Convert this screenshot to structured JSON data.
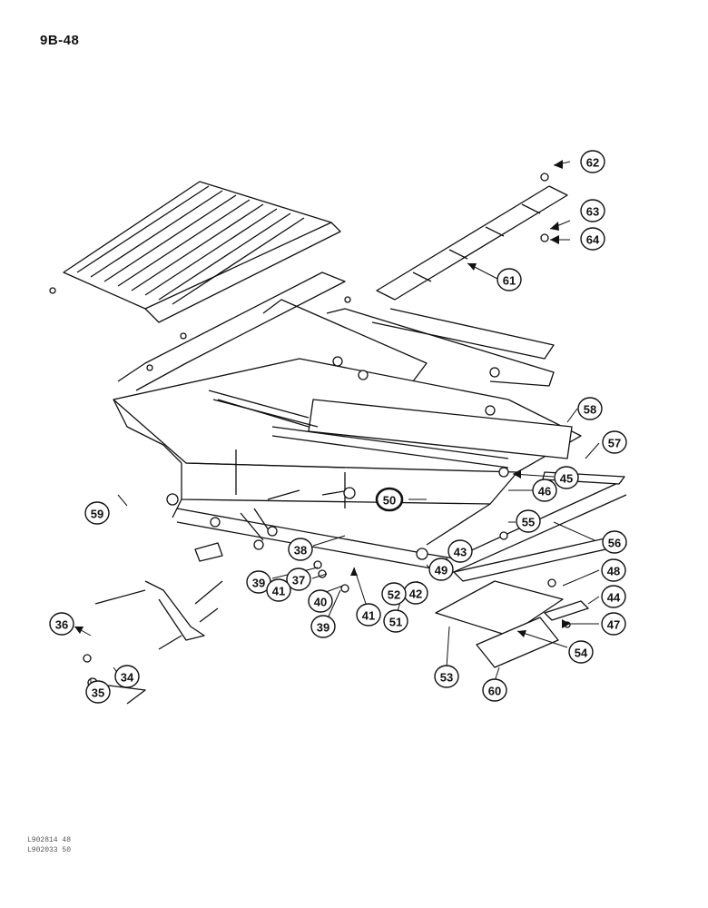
{
  "page_number": "9B-48",
  "references": [
    "L902814 48",
    "L902033 50"
  ],
  "callouts": [
    "34",
    "35",
    "36",
    "37",
    "38",
    "39",
    "39",
    "40",
    "41",
    "41",
    "42",
    "43",
    "44",
    "45",
    "46",
    "47",
    "48",
    "49",
    "50",
    "51",
    "52",
    "53",
    "54",
    "55",
    "56",
    "57",
    "58",
    "59",
    "60",
    "61",
    "62",
    "63",
    "64"
  ]
}
